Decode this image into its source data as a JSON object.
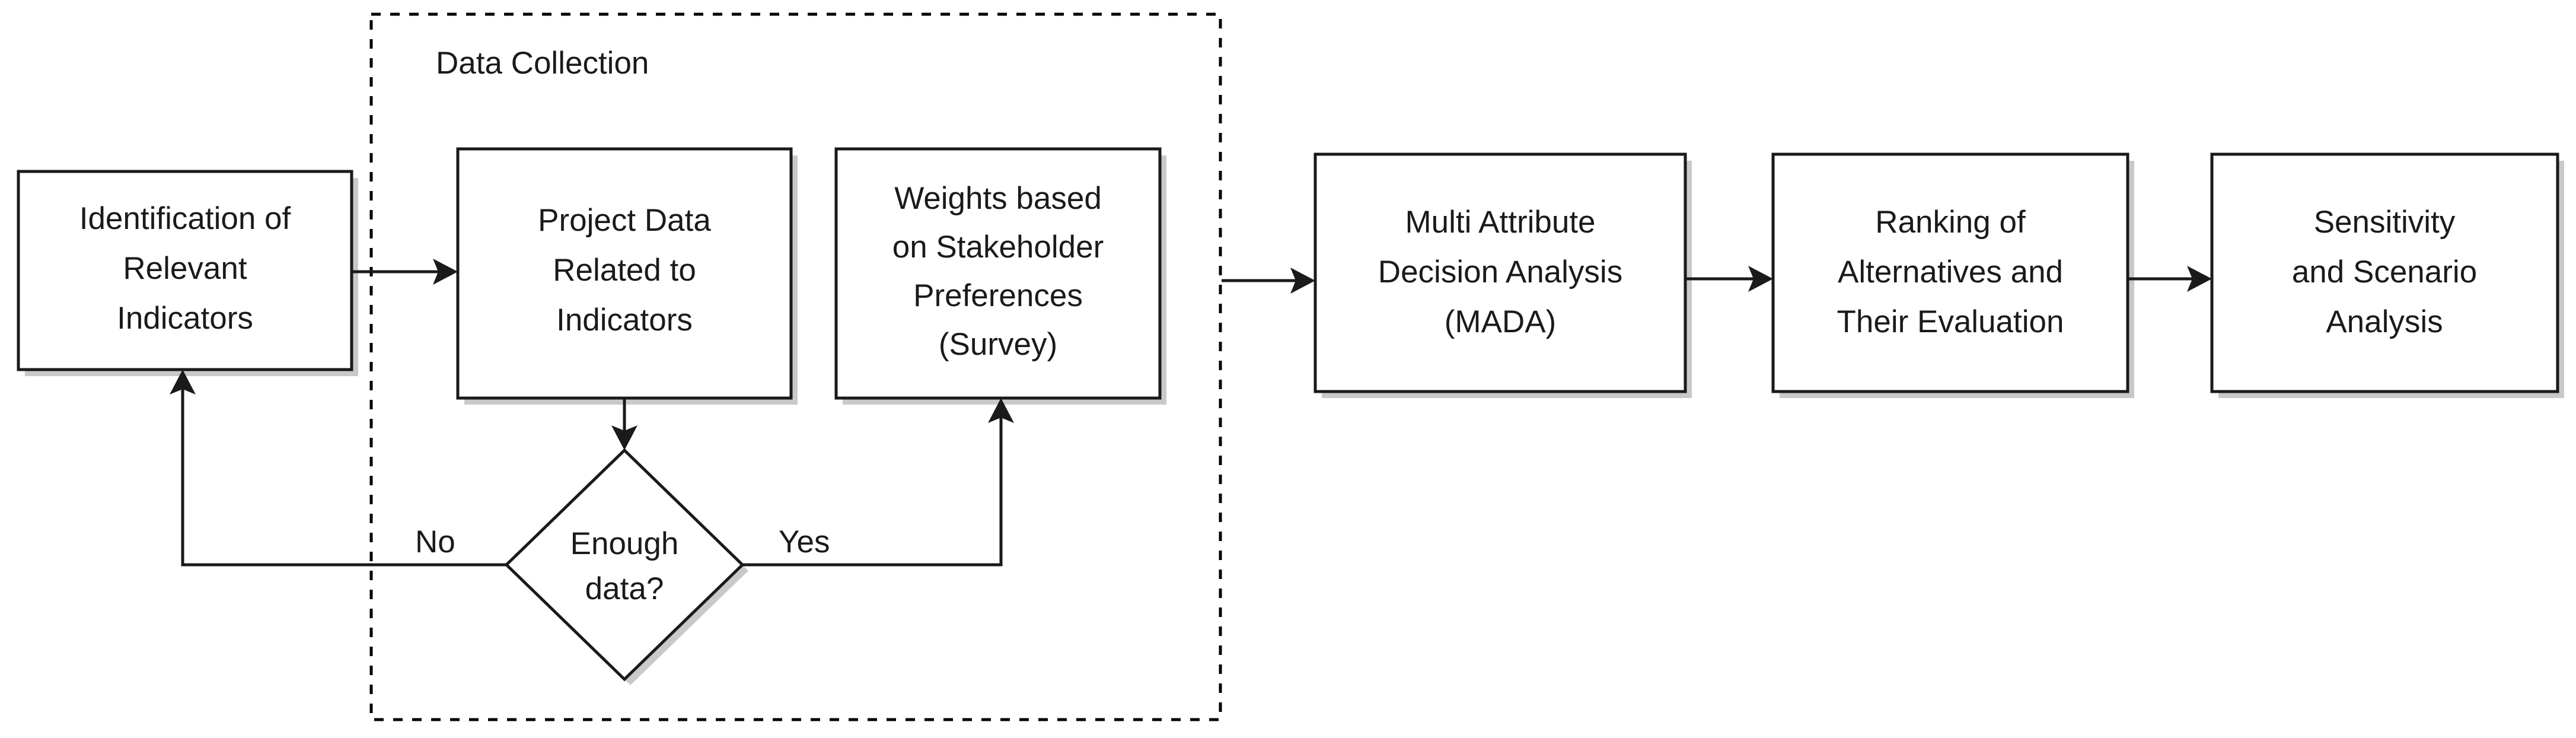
{
  "diagram": {
    "title_visible": false,
    "colors": {
      "node_stroke": "#1a1a1a",
      "node_fill": "#ffffff",
      "shadow": "#c9c9c9",
      "group_stroke": "#000000",
      "text": "#1a1a1a",
      "background": "#ffffff"
    },
    "group": {
      "label": "Data Collection"
    },
    "nodes": [
      {
        "id": "identification",
        "lines": [
          "Identification of",
          "Relevant",
          "Indicators"
        ]
      },
      {
        "id": "project-data",
        "lines": [
          "Project Data",
          "Related to",
          "Indicators"
        ]
      },
      {
        "id": "weights",
        "lines": [
          "Weights based",
          "on Stakeholder",
          "Preferences",
          "(Survey)"
        ]
      },
      {
        "id": "mada",
        "lines": [
          "Multi Attribute",
          "Decision Analysis",
          "(MADA)"
        ]
      },
      {
        "id": "ranking",
        "lines": [
          "Ranking of",
          "Alternatives and",
          "Their Evaluation"
        ]
      },
      {
        "id": "sensitivity",
        "lines": [
          "Sensitivity",
          "and Scenario",
          "Analysis"
        ]
      }
    ],
    "decision": {
      "id": "enough-data",
      "lines": [
        "Enough",
        "data?"
      ]
    },
    "edge_labels": {
      "no": "No",
      "yes": "Yes"
    }
  }
}
